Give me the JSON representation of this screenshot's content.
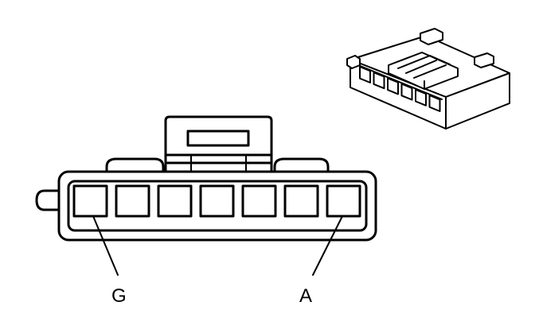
{
  "diagram": {
    "pin_labels": {
      "left": "G",
      "right": "A"
    },
    "cavity_count": 7,
    "iso_cavity_count": 6
  }
}
